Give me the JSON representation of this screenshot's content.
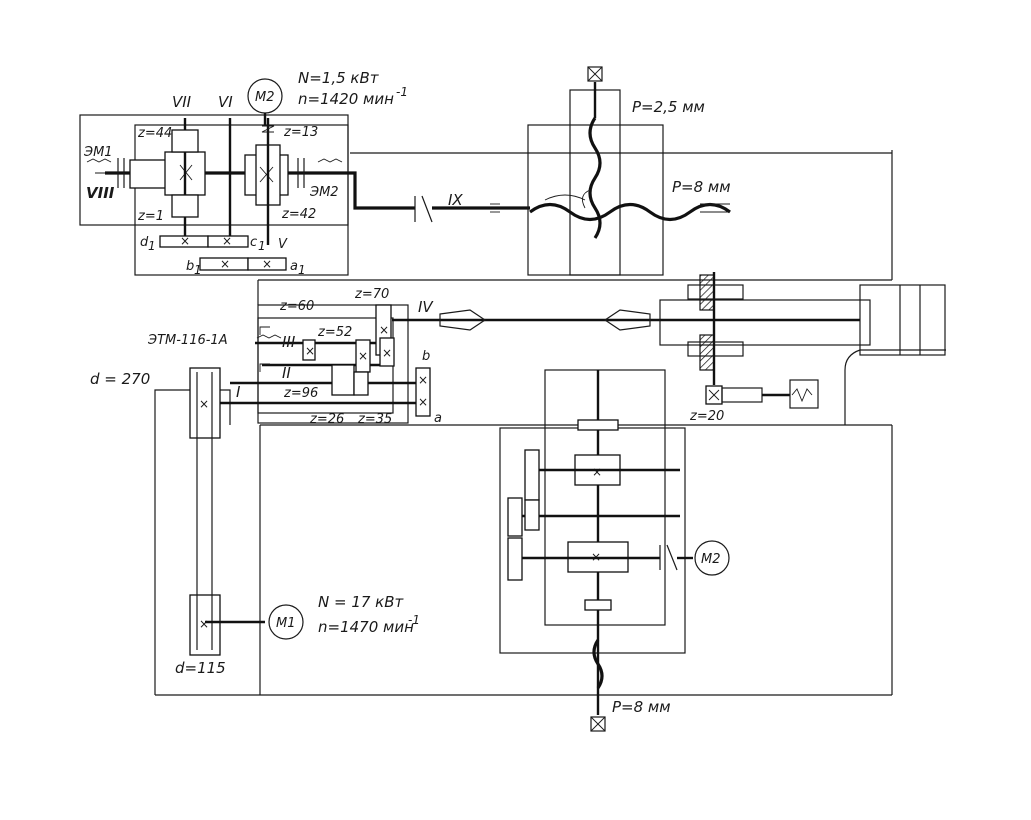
{
  "labels": {
    "em1": "ЭМ1",
    "em2": "ЭМ2",
    "viii": "VIII",
    "vii": "VII",
    "vi": "VI",
    "v": "V",
    "ix": "IX",
    "iv": "IV",
    "iii": "III",
    "ii": "II",
    "i": "I",
    "m2_top": "M2",
    "m2_bottom": "M2",
    "m1": "M1",
    "motor2_power": "N=1,5 кВт",
    "motor2_speed": "n=1420 мин",
    "motor2_speed_exp": "-1",
    "motor1_power": "N = 17 кВт",
    "motor1_speed": "n=1470 мин",
    "motor1_speed_exp": "-1",
    "z44": "z=44",
    "z1": "z=1",
    "z13": "z=13",
    "z42": "z=42",
    "d1": "d",
    "d1_sub": "1",
    "c1": "c",
    "c1_sub": "1",
    "b1": "b",
    "b1_sub": "1",
    "a1": "a",
    "a1_sub": "1",
    "pitch_25": "P=2,5 мм",
    "pitch_8_top": "P=8 мм",
    "pitch_8_bottom": "P=8 мм",
    "z70": "z=70",
    "z60": "z=60",
    "z52": "z=52",
    "z96": "z=96",
    "z26": "z=26",
    "z35": "z=35",
    "z20": "z=20",
    "b": "b",
    "a": "a",
    "etm": "ЭТМ-116-1А",
    "d270": "d = 270",
    "d115": "d=115"
  }
}
